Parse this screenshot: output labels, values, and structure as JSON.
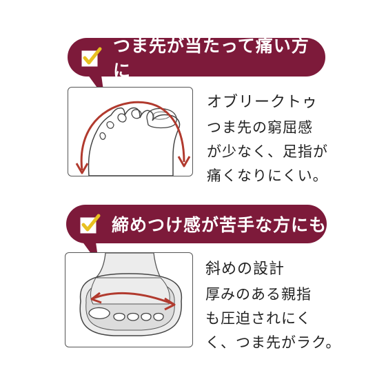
{
  "colors": {
    "banner": "#7d1a3a",
    "arrow": "#b13a2e",
    "check": "#e8c020"
  },
  "section1": {
    "banner_text": "つま先が当たって痛い方に",
    "icon": "check-icon",
    "heading": "オブリークトゥ",
    "lines": [
      "つま先の窮屈感",
      "が少なく、足指が",
      "痛くなりにくい。"
    ]
  },
  "section2": {
    "banner_text": "締めつけ感が苦手な方にも",
    "icon": "check-icon",
    "heading": "斜めの設計",
    "lines": [
      "厚みのある親指",
      "も圧迫されにく",
      "く、つま先がラク。"
    ]
  }
}
